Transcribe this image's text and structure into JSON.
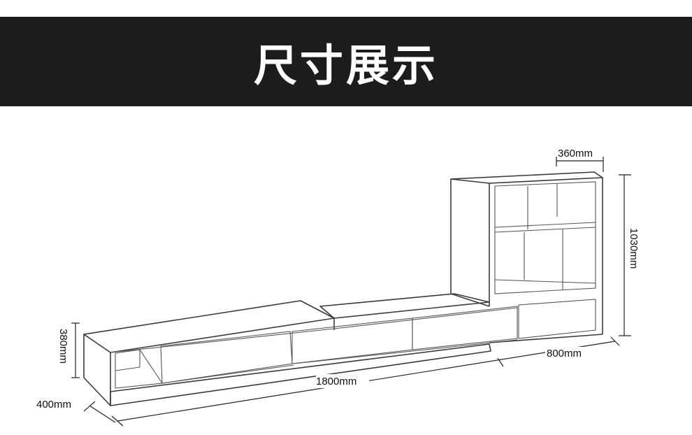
{
  "banner": {
    "title": "尺寸展示",
    "color": "#1c1c1c"
  },
  "dimensions": {
    "width": "1800mm",
    "depth_right": "800mm",
    "depth_left": "400mm",
    "height_left": "380mm",
    "height_cabinet": "1030mm",
    "cabinet_depth": "360mm"
  }
}
